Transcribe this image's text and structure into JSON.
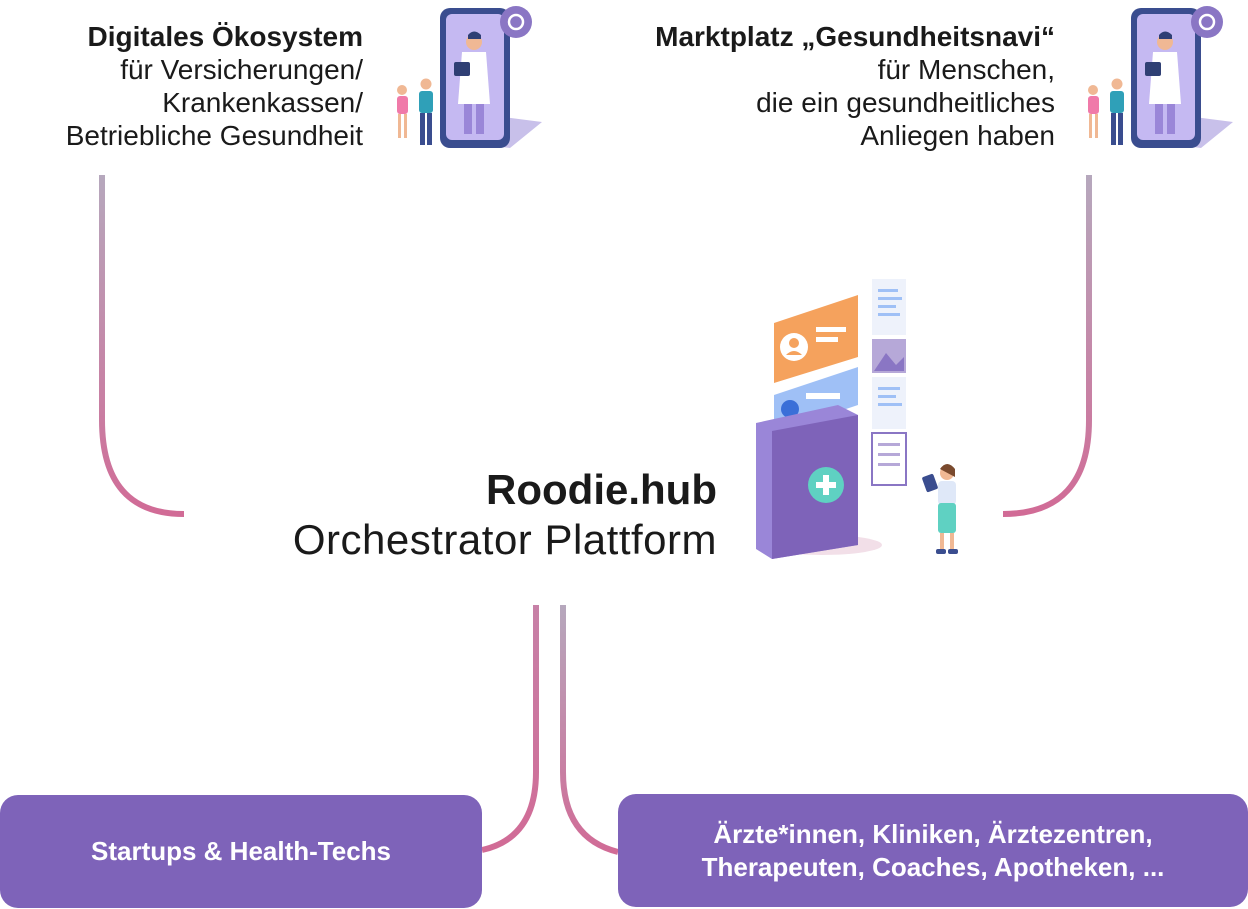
{
  "colors": {
    "accent_purple": "#7e63b9",
    "connector_pink": "#d16b96",
    "connector_gray": "#b6a8bd",
    "card_orange": "#f5a25d",
    "card_blue": "#9fc0f6",
    "teal": "#5fd1c2"
  },
  "left_block": {
    "title": "Digitales Ökosystem",
    "lines": [
      "für Versicherungen/",
      "Krankenkassen/",
      "Betriebliche Gesundheit"
    ],
    "icon": "doctor-tablet-illustration"
  },
  "right_block": {
    "title": "Marktplatz „Gesundheitsnavi“",
    "lines": [
      "für Menschen,",
      "die ein gesundheitliches",
      "Anliegen haben"
    ],
    "icon": "doctor-tablet-illustration"
  },
  "hub": {
    "name": "Roodie.hub",
    "subtitle": "Orchestrator Plattform",
    "icon": "health-platform-illustration"
  },
  "bottom_left": {
    "label": "Startups & Health-Techs"
  },
  "bottom_right": {
    "lines": [
      "Ärzte*innen, Kliniken, Ärztezentren,",
      "Therapeuten, Coaches, Apotheken, ..."
    ]
  }
}
